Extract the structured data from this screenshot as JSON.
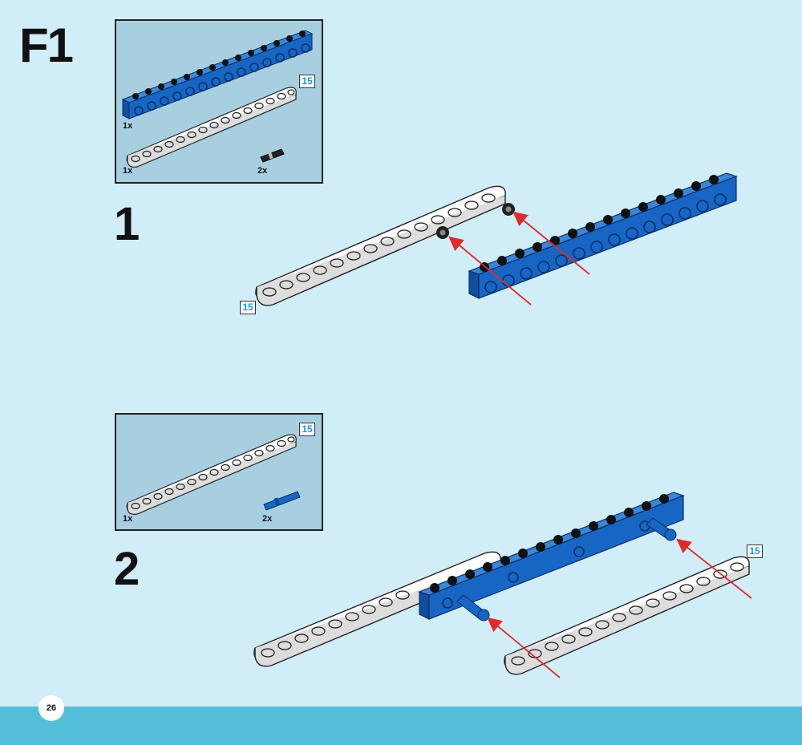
{
  "section_title": "F1",
  "page_number": "26",
  "colors": {
    "beam_blue": "#1766c4",
    "beam_white": "#ffffff",
    "arrow_red": "#e02a2a",
    "background": "#d0edf8",
    "parts_box": "#a7cfe0",
    "footer": "#55bfdb",
    "badge_text": "#1a9bd0"
  },
  "steps": [
    {
      "number": "1",
      "parts": [
        {
          "icon": "blue-brick-beam-icon",
          "qty": "1x"
        },
        {
          "icon": "white-liftarm-15-icon",
          "qty": "1x",
          "length": "15"
        },
        {
          "icon": "black-friction-pin-icon",
          "qty": "2x"
        }
      ],
      "assembly_length_badge": "15"
    },
    {
      "number": "2",
      "parts": [
        {
          "icon": "white-liftarm-15-icon",
          "qty": "1x",
          "length": "15"
        },
        {
          "icon": "blue-long-pin-icon",
          "qty": "2x"
        }
      ],
      "assembly_length_badge": "15"
    }
  ]
}
